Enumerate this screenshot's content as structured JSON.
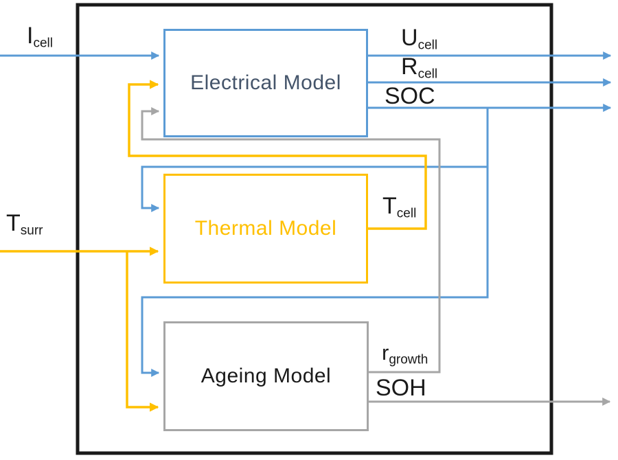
{
  "colors": {
    "blue": "#5B9BD5",
    "yellow": "#FFC000",
    "gray": "#A6A6A6",
    "electrical_text": "#44546A",
    "black": "#1A1A1A"
  },
  "blocks": {
    "electrical": {
      "label": "Electrical Model"
    },
    "thermal": {
      "label": "Thermal Model"
    },
    "ageing": {
      "label": "Ageing Model"
    }
  },
  "signals": {
    "i_cell": {
      "main": "I",
      "sub": "cell"
    },
    "t_surr": {
      "main": "T",
      "sub": "surr"
    },
    "u_cell": {
      "main": "U",
      "sub": "cell"
    },
    "r_cell": {
      "main": "R",
      "sub": "cell"
    },
    "soc": {
      "main": "SOC"
    },
    "t_cell": {
      "main": "T",
      "sub": "cell"
    },
    "r_growth": {
      "main": "r",
      "sub": "growth"
    },
    "soh": {
      "main": "SOH"
    }
  },
  "connections": [
    {
      "signal": "I_cell",
      "from": "external-left",
      "to": "electrical-model",
      "color": "blue"
    },
    {
      "signal": "U_cell",
      "from": "electrical-model",
      "to": "external-right",
      "color": "blue"
    },
    {
      "signal": "R_cell",
      "from": "electrical-model",
      "to": "external-right",
      "color": "blue"
    },
    {
      "signal": "SOC",
      "from": "electrical-model",
      "to": "external-right",
      "color": "blue"
    },
    {
      "signal": "SOC",
      "from": "electrical-model",
      "to": "thermal-model",
      "color": "blue"
    },
    {
      "signal": "SOC",
      "from": "electrical-model",
      "to": "ageing-model",
      "color": "blue"
    },
    {
      "signal": "T_surr",
      "from": "external-left",
      "to": "thermal-model",
      "color": "yellow"
    },
    {
      "signal": "T_surr",
      "from": "external-left",
      "to": "ageing-model",
      "color": "yellow"
    },
    {
      "signal": "T_cell",
      "from": "thermal-model",
      "to": "electrical-model",
      "color": "yellow"
    },
    {
      "signal": "r_growth",
      "from": "ageing-model",
      "to": "electrical-model",
      "color": "gray"
    },
    {
      "signal": "SOH",
      "from": "ageing-model",
      "to": "external-right",
      "color": "gray"
    }
  ]
}
